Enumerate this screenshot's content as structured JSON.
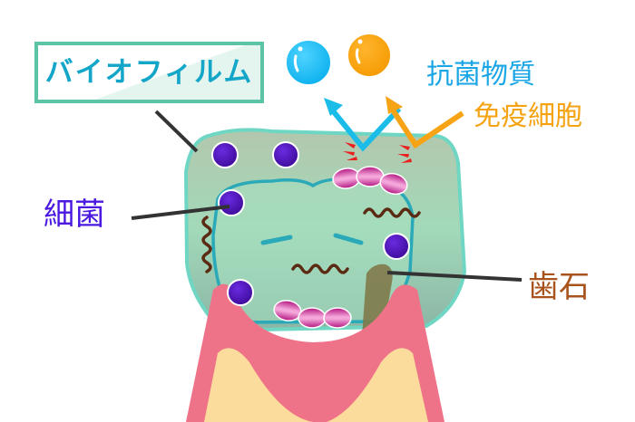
{
  "labels": {
    "biofilm": "バイオフィルム",
    "antibacterial": "抗菌物質",
    "immune_cells": "免疫細胞",
    "bacteria": "細菌",
    "tartar": "歯石"
  },
  "colors": {
    "biofilm_border": "#5cc3a4",
    "biofilm_text": "#14a6c8",
    "antibacterial": "#1aa6e6",
    "immune_cells": "#f5a312",
    "bacteria_label": "#4a18e0",
    "tartar_label": "#a9531c",
    "gum": "#ef7388",
    "bone": "#fbdc9c",
    "tooth": "#a8ddc0",
    "bacteria_dot": "#4b0fb0",
    "chain_bacteria": "#c8268f",
    "spiral_bacteria": "#5b2a12",
    "tartar": "#7f7a4a"
  }
}
